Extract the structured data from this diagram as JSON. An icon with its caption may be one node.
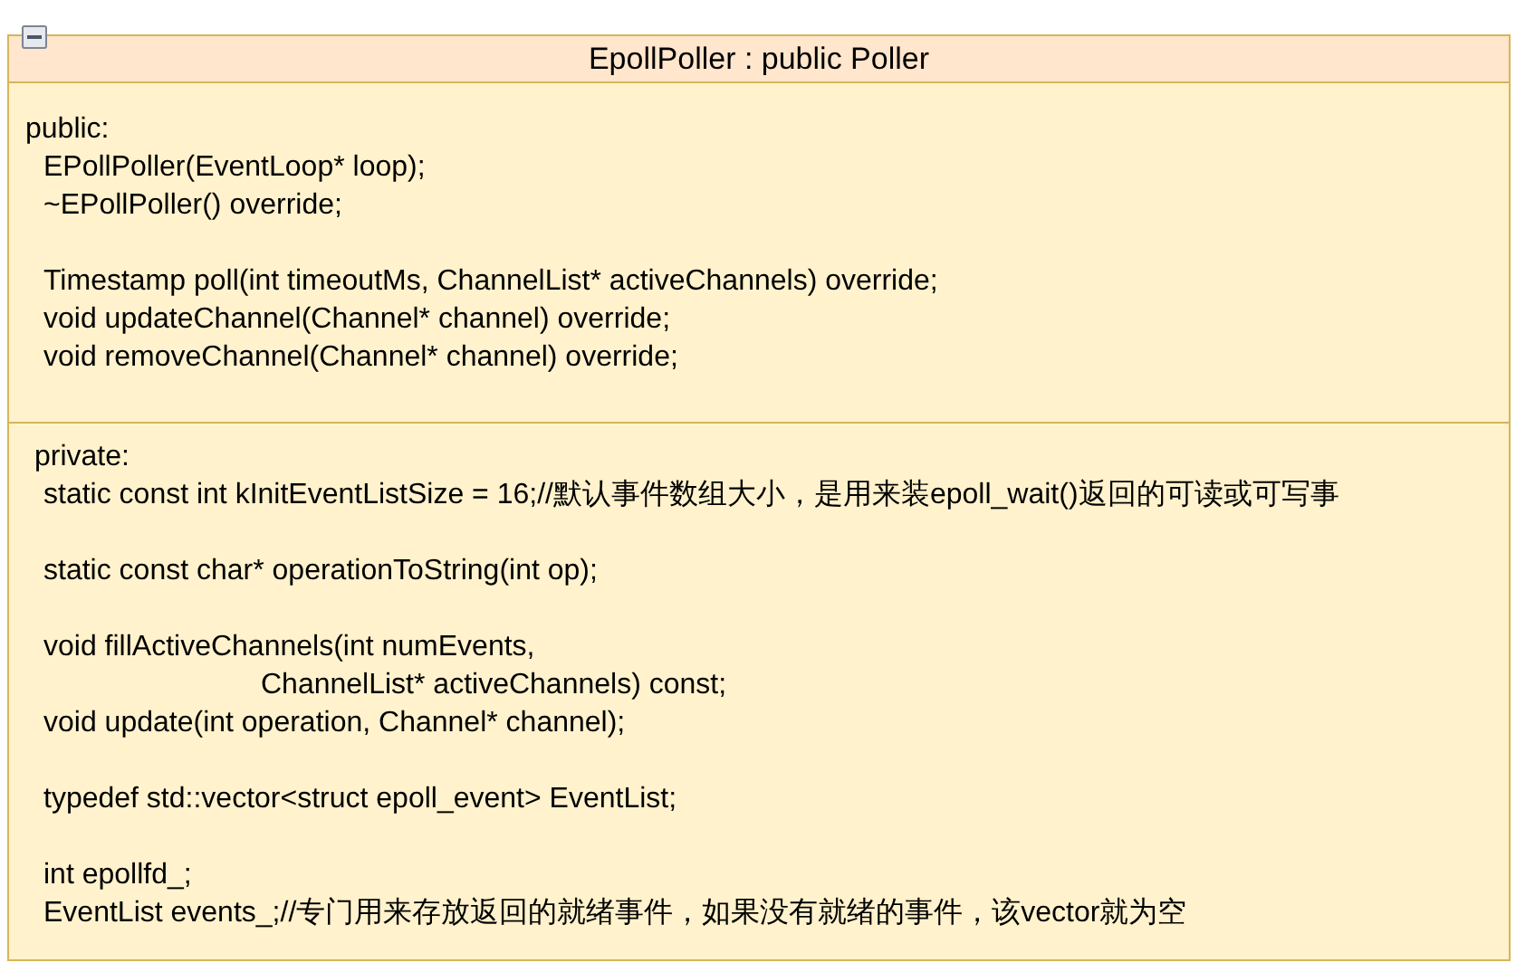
{
  "diagram": {
    "nodes": [
      {
        "text": [
          "EpollPoller : public Poller"
        ]
      },
      {
        "text": [
          "public:",
          "EPollPoller(EventLoop* loop);",
          "~EPollPoller() override;",
          "Timestamp poll(int timeoutMs, ChannelList* activeChannels) override;",
          "void updateChannel(Channel* channel) override;",
          "void removeChannel(Channel* channel) override;"
        ],
        "in": 0
      },
      {
        "text": [
          "private:",
          "static const int kInitEventListSize = 16;//默认事件数组大小，是用来装epoll_wait()返回的可读或可写事",
          "static const char* operationToString(int op);",
          "void fillActiveChannels(int numEvents, ChannelList* activeChannels) const;",
          "void update(int operation, Channel* channel);",
          "typedef std::vector<struct epoll_event> EventList;",
          "int epollfd_;",
          "EventList events_;//专门用来存放返回的就绪事件，如果没有就绪的事件，该vector就为空"
        ],
        "in": 0
      }
    ]
  }
}
